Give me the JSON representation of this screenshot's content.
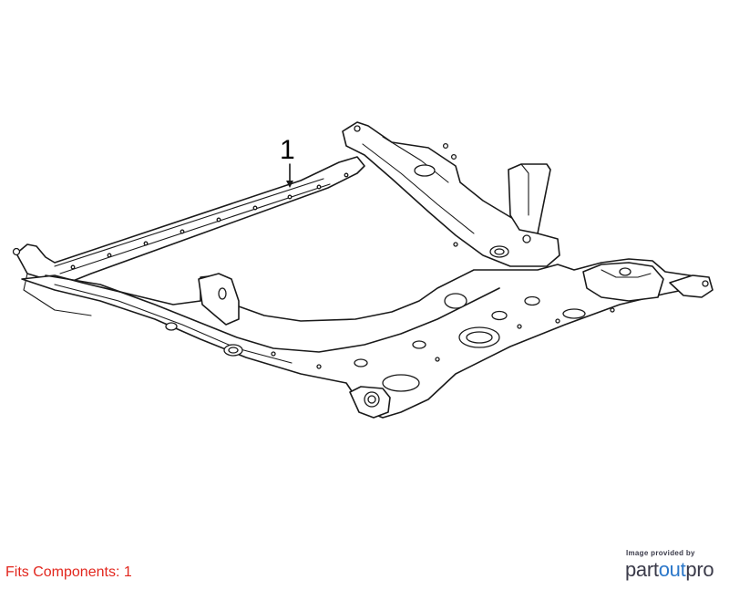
{
  "diagram": {
    "callouts": [
      {
        "number": "1"
      }
    ],
    "fits_components_text": "Fits Components: 1",
    "brand": {
      "caption": "Image provided by",
      "logo_part": "part",
      "logo_out": "out",
      "logo_pro": "pro"
    },
    "colors": {
      "line": "#1a1a1a",
      "fits_text": "#e2261d",
      "brand_dark": "#3b3b4a",
      "brand_blue": "#2b77c9"
    }
  }
}
